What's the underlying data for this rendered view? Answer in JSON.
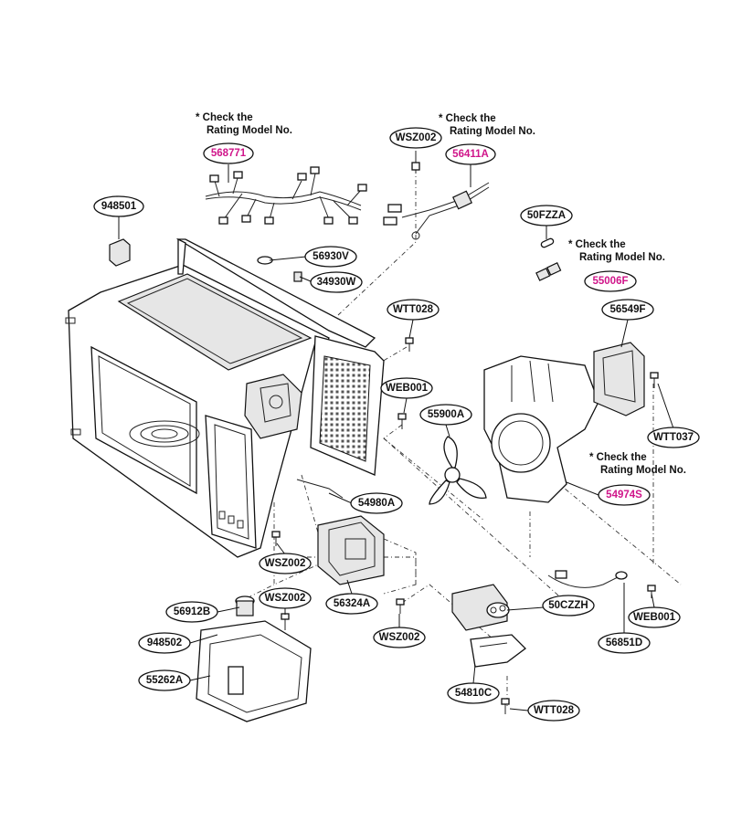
{
  "colors": {
    "line": "#111111",
    "rating_label": "#d0158a",
    "background": "#ffffff"
  },
  "notes": {
    "harness_left": [
      "* Check the",
      "Rating Model No."
    ],
    "harness_right": [
      "* Check the",
      "Rating Model No."
    ],
    "fuse": [
      "* Check the",
      "Rating Model No."
    ],
    "motor": [
      "* Check the",
      "Rating Model No."
    ]
  },
  "labels": {
    "p568771": "568771",
    "p56411A": "56411A",
    "pWSZ002_top": "WSZ002",
    "p948501": "948501",
    "p50FZZA": "50FZZA",
    "p55006F": "55006F",
    "p56930V": "56930V",
    "p34930W": "34930W",
    "pWTT028_mid": "WTT028",
    "p56549F": "56549F",
    "pWEB001_mid": "WEB001",
    "p55900A": "55900A",
    "pWTT037": "WTT037",
    "p54974S": "54974S",
    "p54980A": "54980A",
    "pWSZ002_left": "WSZ002",
    "p56324A": "56324A",
    "p56912B": "56912B",
    "pWSZ002_bot": "WSZ002",
    "pWSZ002_low": "WSZ002",
    "p948502": "948502",
    "p55262A": "55262A",
    "p50CZZH": "50CZZH",
    "pWEB001_right": "WEB001",
    "p56851D": "56851D",
    "p54810C": "54810C",
    "pWTT028_bot": "WTT028"
  }
}
